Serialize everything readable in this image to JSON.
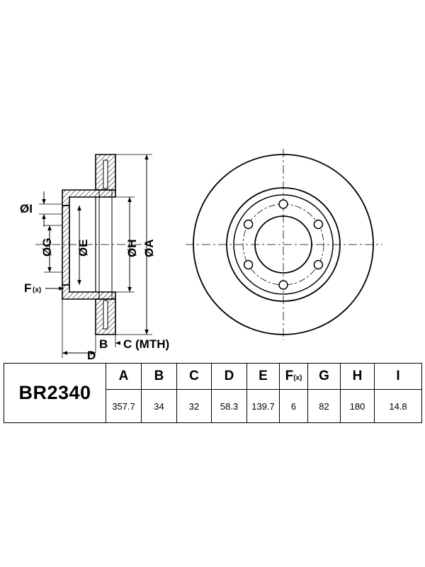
{
  "drawing": {
    "labels": {
      "phi_i": "ØI",
      "phi_g": "ØG",
      "phi_e": "ØE",
      "phi_h": "ØH",
      "phi_a": "ØA",
      "f": "F",
      "f_sub": "(x)",
      "b": "B",
      "c": "C (MTH)",
      "d": "D"
    },
    "bolt_hole_count": 6
  },
  "spec_table": {
    "part_number": "BR2340",
    "columns": [
      {
        "header": "A",
        "value": "357.7"
      },
      {
        "header": "B",
        "value": "34"
      },
      {
        "header": "C",
        "value": "32"
      },
      {
        "header": "D",
        "value": "58.3"
      },
      {
        "header": "E",
        "value": "139.7"
      },
      {
        "header": "F",
        "header_sub": "(x)",
        "value": "6"
      },
      {
        "header": "G",
        "value": "82"
      },
      {
        "header": "H",
        "value": "180"
      },
      {
        "header": "I",
        "value": "14.8"
      }
    ]
  }
}
